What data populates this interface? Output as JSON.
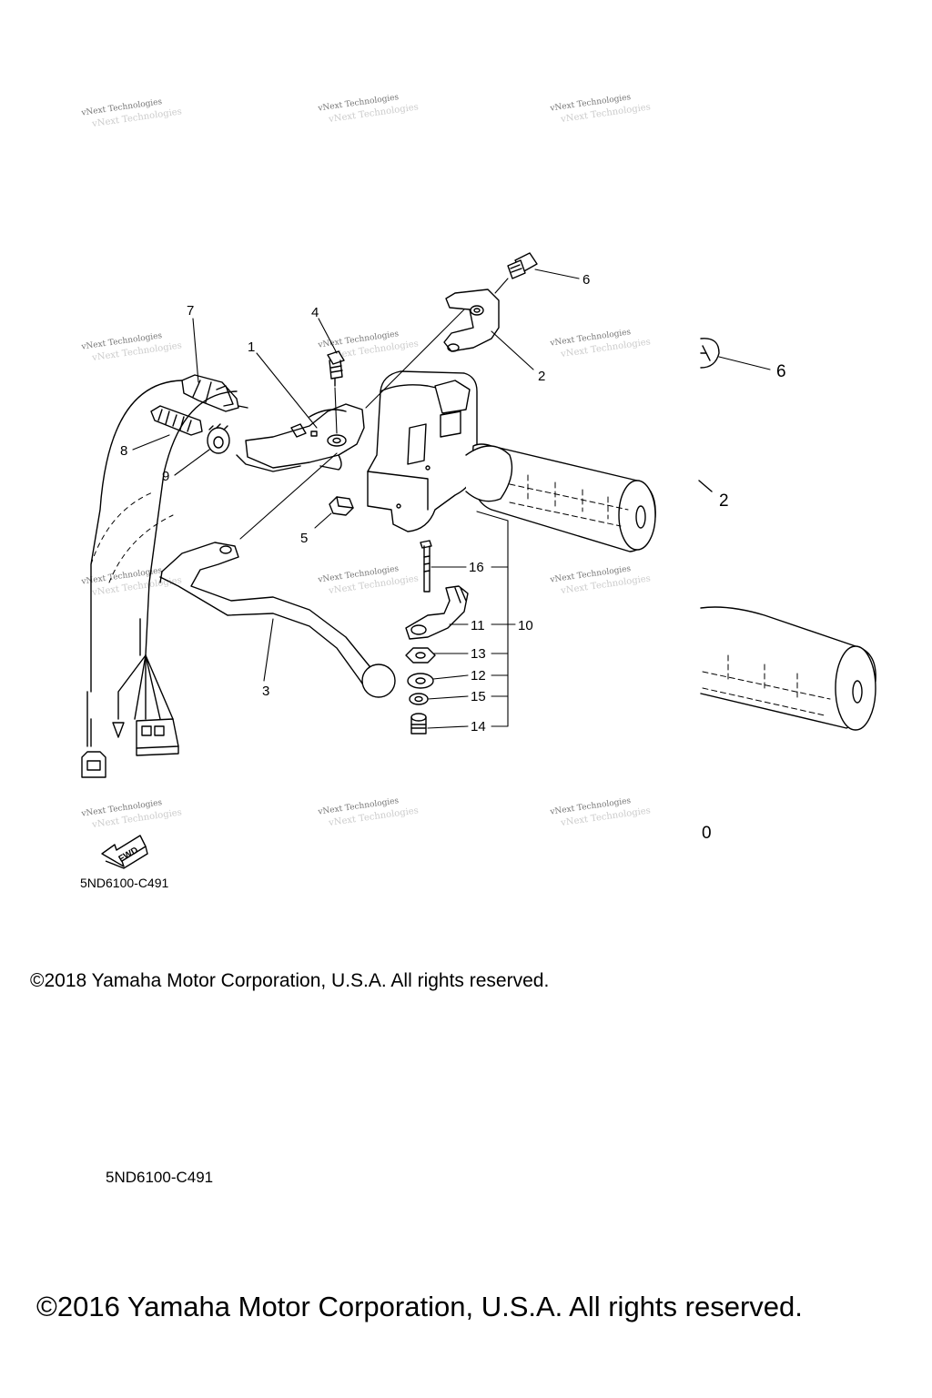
{
  "diagram": {
    "callouts": {
      "c1": "1",
      "c2": "2",
      "c3": "3",
      "c4": "4",
      "c5": "5",
      "c6": "6",
      "c7": "7",
      "c8": "8",
      "c9": "9",
      "c10": "10",
      "c11": "11",
      "c12": "12",
      "c13": "13",
      "c14": "14",
      "c15": "15",
      "c16": "16",
      "c2b": "2",
      "c6b": "6",
      "c0": "0"
    },
    "fwd_label": "FWD",
    "watermark": {
      "line1": "vNext Technologies",
      "line2": "vNext Technologies"
    },
    "code_top": "5ND6100-C491",
    "copyright_top": "©2018 Yamaha Motor Corporation, U.S.A. All rights reserved."
  },
  "footer": {
    "code": "5ND6100-C491",
    "copyright": "©2016 Yamaha Motor Corporation, U.S.A. All rights reserved."
  },
  "colors": {
    "line": "#000000",
    "watermark": "#777777",
    "background": "#ffffff"
  }
}
